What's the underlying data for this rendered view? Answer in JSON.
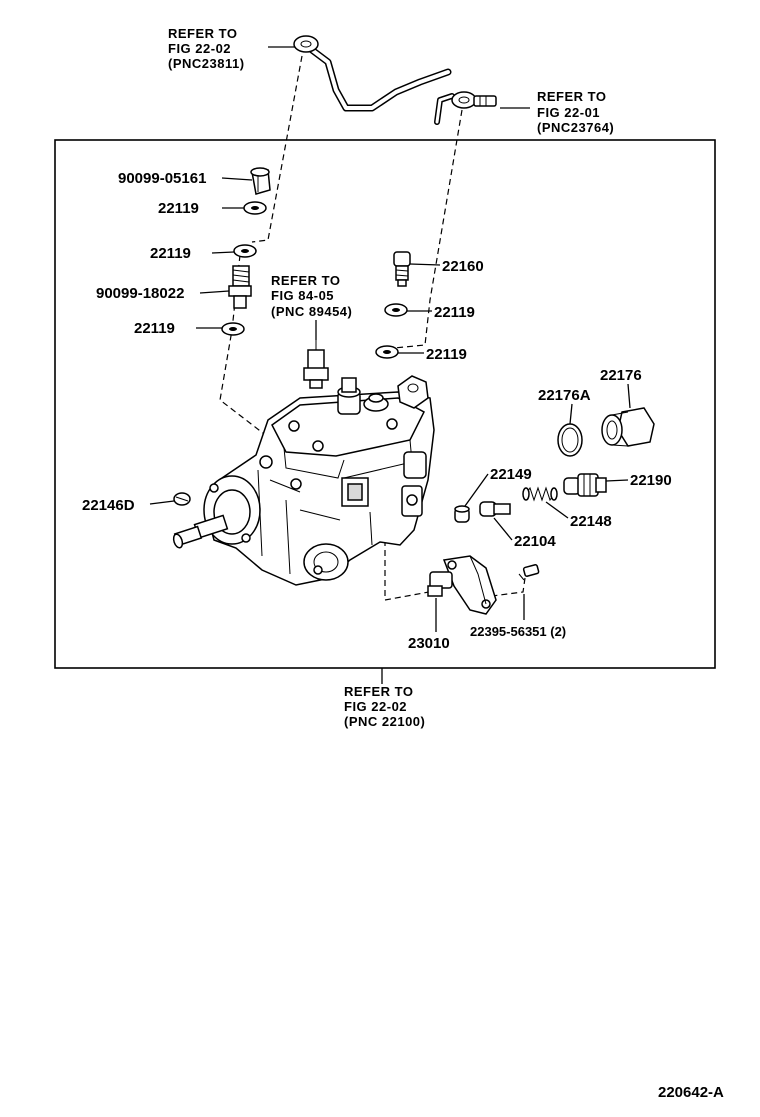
{
  "parts": {
    "p90099_05161": "90099-05161",
    "p22119_a": "22119",
    "p22119_b": "22119",
    "p90099_18022": "90099-18022",
    "p22119_c": "22119",
    "p22160": "22160",
    "p22119_d": "22119",
    "p22119_e": "22119",
    "p22176a": "22176A",
    "p22176": "22176",
    "p22149": "22149",
    "p22190": "22190",
    "p22148": "22148",
    "p22104": "22104",
    "p22146d": "22146D",
    "p23010": "23010",
    "p22395": "22395-56351 (2)"
  },
  "refs": {
    "r1": {
      "line1": "REFER TO",
      "line2": "FIG 22-02",
      "line3": "(PNC23811)"
    },
    "r2": {
      "line1": "REFER TO",
      "line2": "FIG 22-01",
      "line3": "(PNC23764)"
    },
    "r3": {
      "line1": "REFER TO",
      "line2": "FIG 84-05",
      "line3": "(PNC 89454)"
    },
    "r4": {
      "line1": "REFER TO",
      "line2": "FIG 22-02",
      "line3": "(PNC 22100)"
    }
  },
  "figure_code": "220642-A"
}
